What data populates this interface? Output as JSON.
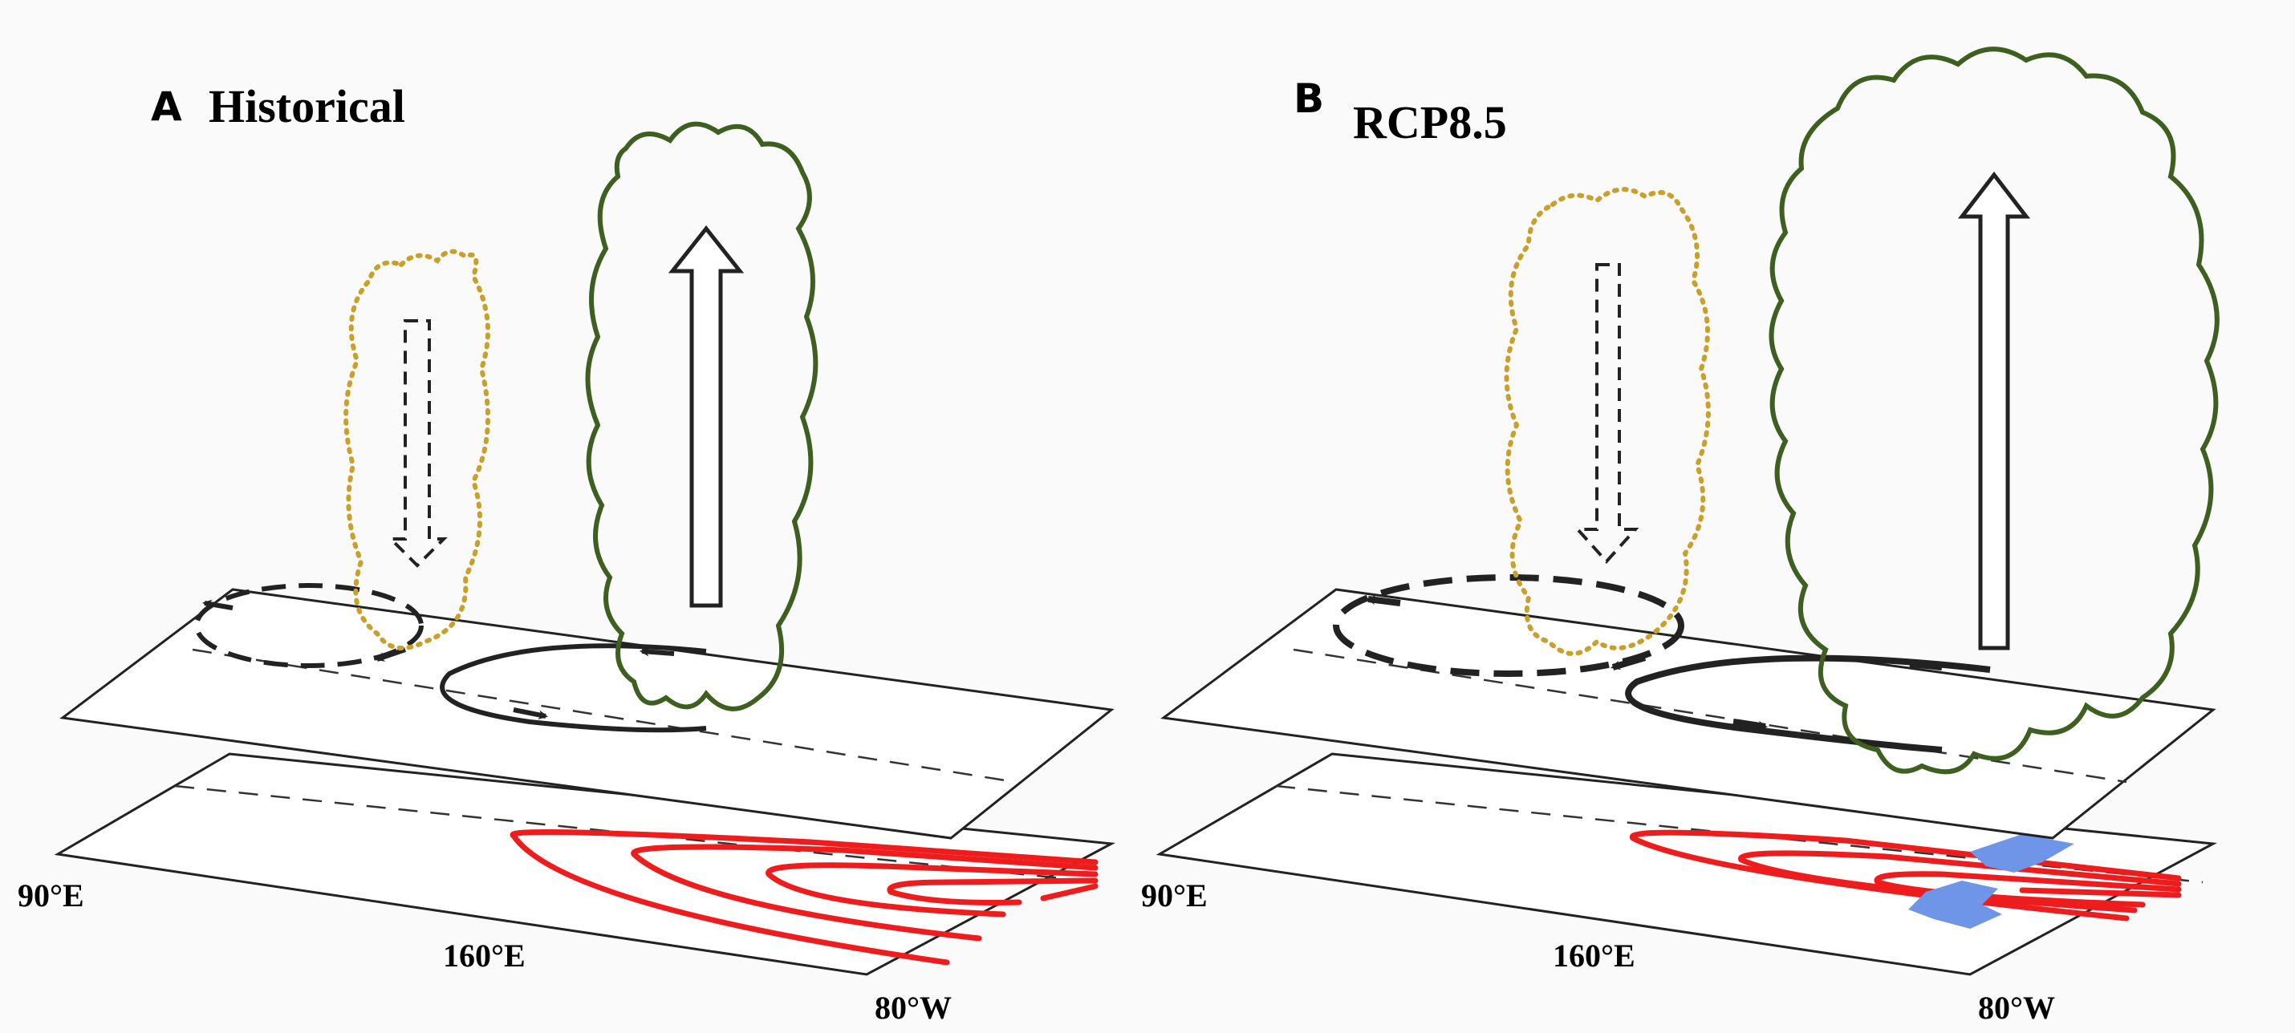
{
  "panels": [
    {
      "letter": "A",
      "title": "Historical",
      "labels": {
        "west": "90°E",
        "center": "160°E",
        "east": "80°W"
      }
    },
    {
      "letter": "B",
      "title": "RCP8.5",
      "labels": {
        "west": "90°E",
        "center": "160°E",
        "east": "80°W"
      }
    }
  ],
  "colors": {
    "background": "#fafafa",
    "plane_fill": "#ffffff",
    "outline": "#222222",
    "warm_contour": "#ee1c1c",
    "cloud_wet": "#3d5f20",
    "cloud_dry": "#c9a02a",
    "cool_patch": "#6f95e8"
  },
  "icons": {
    "convective_cloud": "cloud-outline-icon",
    "dry_subsidence_region": "dotted-cloud-icon",
    "ascent_arrow": "up-arrow-icon",
    "descent_arrow": "dashed-down-arrow-icon",
    "anticyclonic_cell": "dashed-circulation-icon",
    "cyclonic_cell": "solid-circulation-icon",
    "cooling_patch": "cross-patch-icon"
  }
}
